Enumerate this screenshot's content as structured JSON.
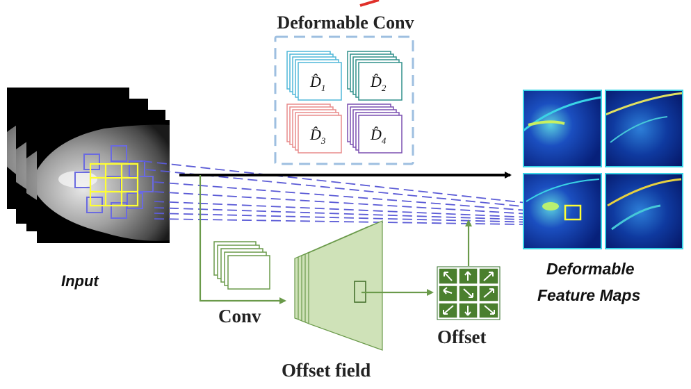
{
  "diagram": {
    "title": "Deformable Conv",
    "kernels": [
      {
        "symbol": "D̂",
        "subscript": "1",
        "color": "#4fb7d8"
      },
      {
        "symbol": "D̂",
        "subscript": "2",
        "color": "#2f8f8a"
      },
      {
        "symbol": "D̂",
        "subscript": "3",
        "color": "#e88b8b"
      },
      {
        "symbol": "D̂",
        "subscript": "4",
        "color": "#7a4fb0"
      }
    ],
    "labels": {
      "input": "Input",
      "output_line1": "Deformable",
      "output_line2": "Feature Maps",
      "conv": "Conv",
      "offset_field": "Offset field",
      "offset": "Offset"
    },
    "colors": {
      "dashed_box": "#9ebfe0",
      "projection_lines": "#5b5bd6",
      "sampling_boxes": "#6a6ae0",
      "sampling_grid": "#ffff33",
      "green_branch": "#6a9a4a",
      "green_fill": "#cfe2b8",
      "offset_cell": "#2f6d25",
      "feature_map": "#0c2a8c",
      "highlight_box": "#ffff33",
      "main_arrow": "#000000",
      "red_accent": "#e0302a"
    },
    "icons": [
      "mammogram-image",
      "feature-map-heatmap",
      "offset-arrow-grid"
    ]
  }
}
